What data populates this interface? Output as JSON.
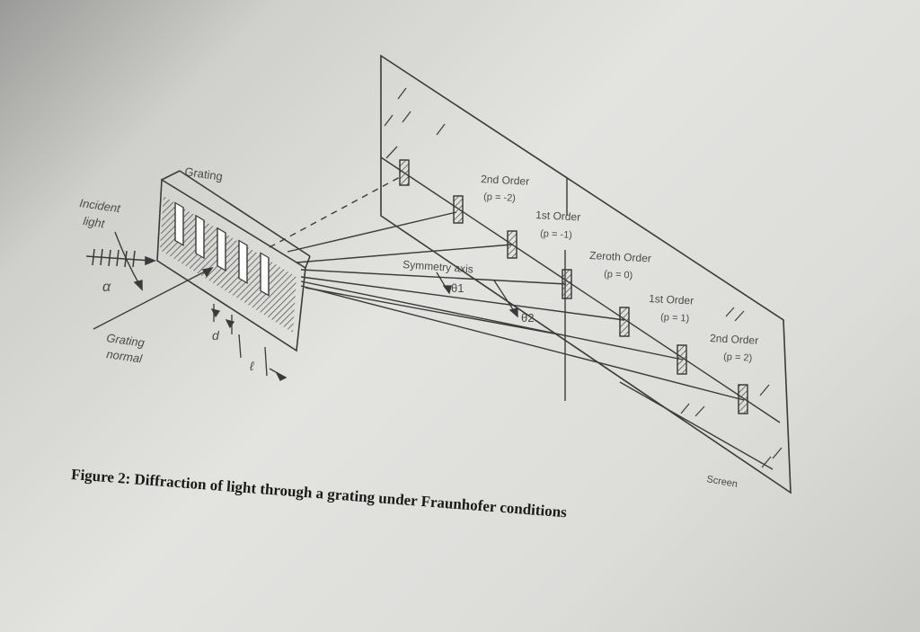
{
  "figure": {
    "caption": "Figure 2: Diffraction of light through a grating under Fraunhofer conditions"
  },
  "labels": {
    "incident_line1": "Incident",
    "incident_line2": "light",
    "alpha": "α",
    "normal_line1": "Grating",
    "normal_line2": "normal",
    "grating": "Grating",
    "d": "d",
    "l": "ℓ",
    "symmetry_axis": "Symmetry axis",
    "theta1": "θ1",
    "theta2": "θ2",
    "screen": "Screen"
  },
  "orders": [
    {
      "name": "2nd Order",
      "value": "(p = -2)"
    },
    {
      "name": "1st Order",
      "value": "(p = -1)"
    },
    {
      "name": "Zeroth Order",
      "value": "(p = 0)"
    },
    {
      "name": "1st Order",
      "value": "(p = 1)"
    },
    {
      "name": "2nd Order",
      "value": "(p = 2)"
    }
  ],
  "colors": {
    "ink": "#3a3a3a",
    "hatch": "#555555"
  }
}
